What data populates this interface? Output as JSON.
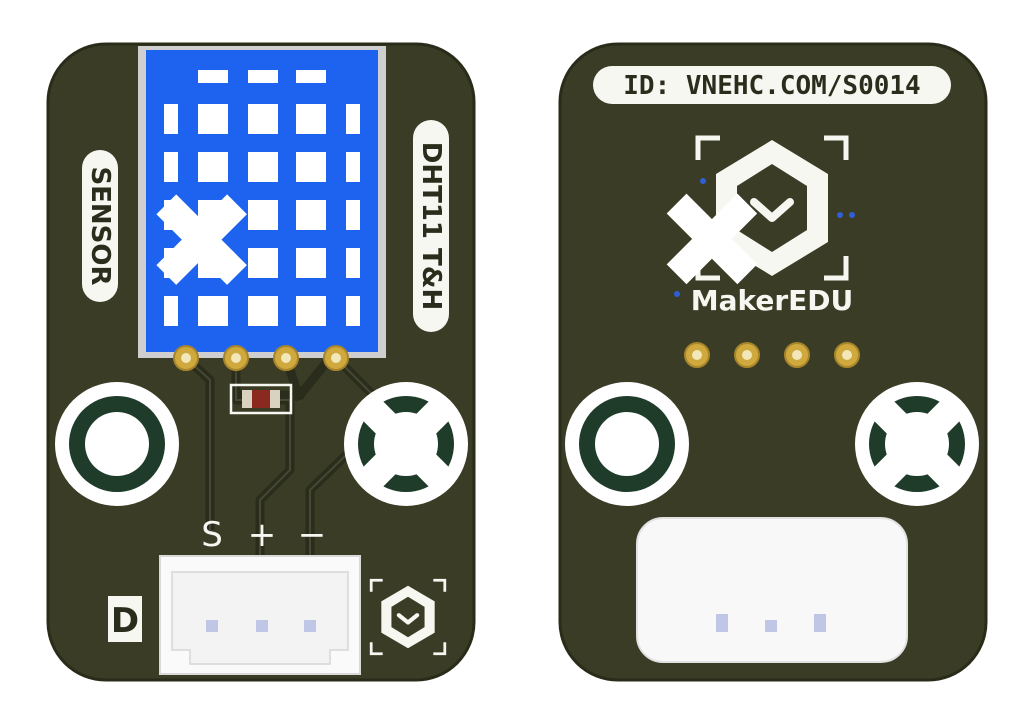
{
  "colors": {
    "board": "#3a3c26",
    "board_edge": "#2c2e1c",
    "silk": "#f7f7f2",
    "sensor_blue": "#1e63f0",
    "pad_gold": "#d6b24a",
    "trace": "#2f3320",
    "hole_ring": "#1f3b2a"
  },
  "front": {
    "side_label": "SENSOR",
    "model_label": "DHT11 T&H",
    "pin_labels": [
      "S",
      "+",
      "−"
    ],
    "corner_label": "D",
    "icons": [
      "maker-logo-icon"
    ]
  },
  "back": {
    "id_label": "ID: VNEHC.COM/S0014",
    "brand": "MakerEDU",
    "icons": [
      "maker-logo-icon"
    ]
  }
}
